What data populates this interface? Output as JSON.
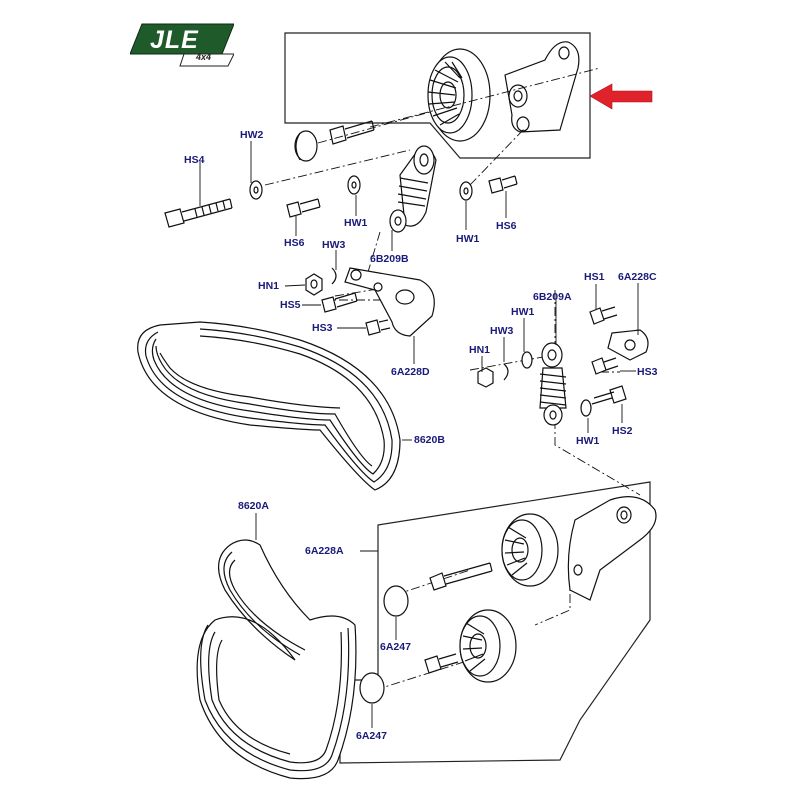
{
  "logo": {
    "text": "JLE",
    "subtext": "4x4"
  },
  "colors": {
    "label": "#1a1a7a",
    "arrow": "#e0232b",
    "logo_green": "#1f5a2a",
    "line": "#111111"
  },
  "labels": {
    "HW2": "HW2",
    "HS4": "HS4",
    "HW1_a": "HW1",
    "HS6_a": "HS6",
    "HW1_b": "HW1",
    "HS6_b": "HS6",
    "HW3_a": "HW3",
    "part_6B209B": "6B209B",
    "HN1_a": "HN1",
    "HS5": "HS5",
    "HS3_a": "HS3",
    "part_6A228D": "6A228D",
    "HS1": "HS1",
    "part_6A228C": "6A228C",
    "part_6B209A": "6B209A",
    "HW1_c": "HW1",
    "HW3_b": "HW3",
    "HN1_b": "HN1",
    "HS3_b": "HS3",
    "HW1_d": "HW1",
    "HS2": "HS2",
    "part_8620B": "8620B",
    "part_8620A": "8620A",
    "part_6A228A": "6A228A",
    "part_6A247_a": "6A247",
    "part_6A247_b": "6A247"
  }
}
